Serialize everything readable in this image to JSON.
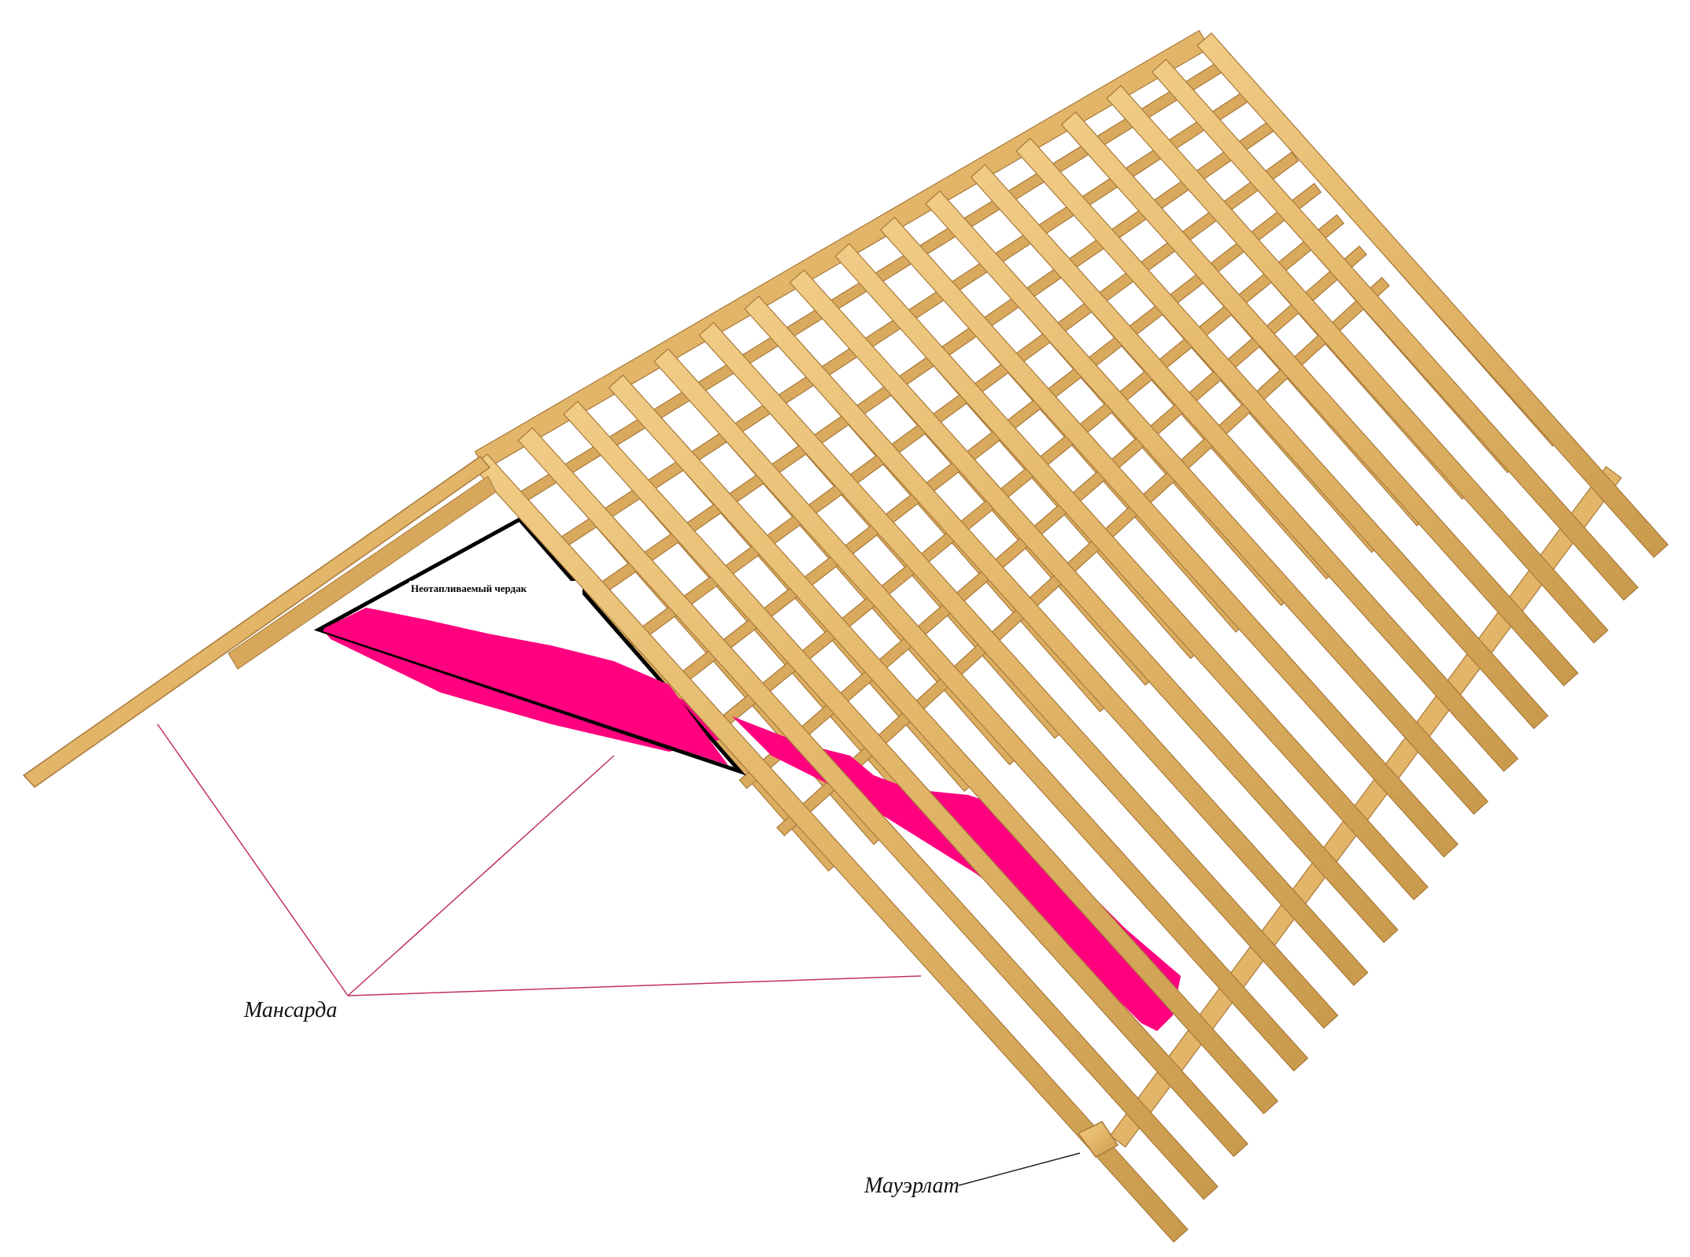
{
  "labels": {
    "attic": "Неотапливаемый чердак",
    "mansard": "Мансарда",
    "wall_plate": "Мауэрлат"
  },
  "colors": {
    "wood": "#e2b568",
    "wood_dark": "#b98a3e",
    "wood_light": "#f1cc86",
    "insulation": "#ff007f",
    "leader_line_mansard": "#c0306a",
    "leader_line_wall_plate": "#222222",
    "outline": "#000000"
  },
  "structure": {
    "rafter_pairs_count": 17
  }
}
